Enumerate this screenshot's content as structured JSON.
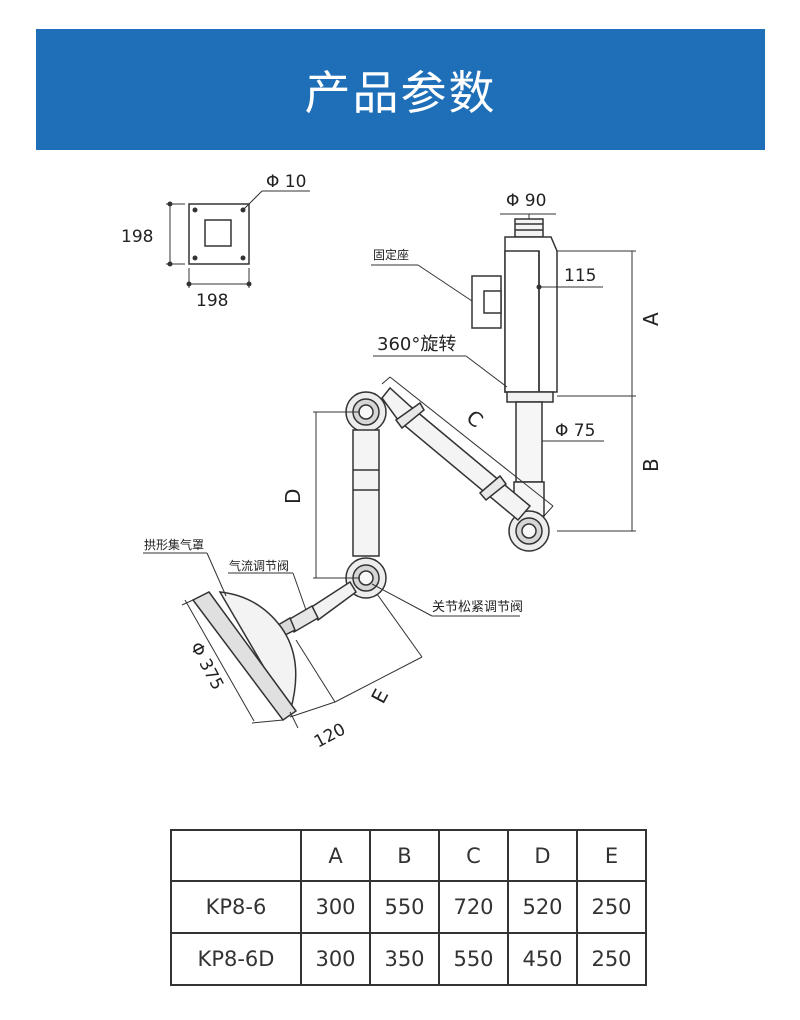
{
  "header": {
    "title": "产品参数"
  },
  "diagram": {
    "mount_plate": {
      "hole_label": "Φ 10",
      "width_label": "198",
      "height_label": "198"
    },
    "labels": {
      "top_diameter": "Φ 90",
      "mount_seat": "固定座",
      "seat_offset": "115",
      "rotation": "360°旋转",
      "lower_diameter": "Φ 75",
      "dim_a": "A",
      "dim_b": "B",
      "dim_c": "C",
      "dim_d": "D",
      "dim_e": "E",
      "hood": "拱形集气罩",
      "air_valve": "气流调节阀",
      "joint_valve": "关节松紧调节阀",
      "hood_diameter": "Φ 375",
      "hood_depth": "120"
    }
  },
  "table": {
    "headers": [
      "",
      "A",
      "B",
      "C",
      "D",
      "E"
    ],
    "rows": [
      [
        "KP8-6",
        "300",
        "550",
        "720",
        "520",
        "250"
      ],
      [
        "KP8-6D",
        "300",
        "350",
        "550",
        "450",
        "250"
      ]
    ]
  }
}
